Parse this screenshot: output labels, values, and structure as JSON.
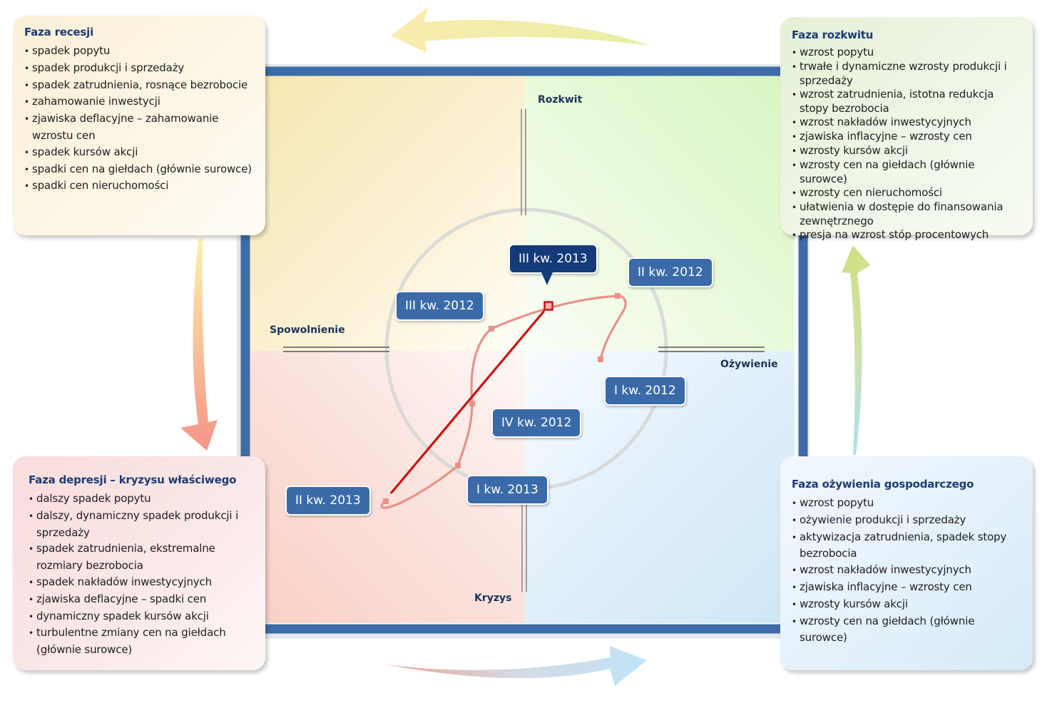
{
  "phases": {
    "recession": {
      "title": "Faza recesji",
      "items": [
        "spadek popytu",
        "spadek produkcji i sprzedaży",
        "spadek zatrudnienia, rosnące bezrobocie",
        "zahamowanie inwestycji",
        "zjawiska deflacyjne – zahamowanie wzrostu cen",
        "spadek kursów akcji",
        "spadki cen na giełdach (głównie surowce)",
        "spadki cen nieruchomości"
      ]
    },
    "boom": {
      "title": "Faza rozkwitu",
      "items": [
        "wzrost popytu",
        "trwałe i dynamiczne wzrosty produkcji i sprzedaży",
        "wzrost zatrudnienia, istotna redukcja stopy bezrobocia",
        "wzrost nakładów inwestycyjnych",
        "zjawiska inflacyjne – wzrosty cen",
        "wzrosty kursów akcji",
        "wzrosty cen na giełdach (głównie surowce)",
        "wzrosty cen nieruchomości",
        "ułatwienia w dostępie do finansowania zewnętrznego",
        "presja na wzrost stóp procentowych"
      ]
    },
    "depression": {
      "title": "Faza depresji – kryzysu właściwego",
      "items": [
        "dalszy spadek popytu",
        "dalszy, dynamiczny spadek produkcji i sprzedaży",
        "spadek zatrudnienia, ekstremalne rozmiary bezrobocia",
        "spadek nakładów inwestycyjnych",
        "zjawiska deflacyjne – spadki cen",
        "dynamiczny spadek kursów akcji",
        "turbulentne zmiany cen na giełdach (głównie surowce)"
      ]
    },
    "recovery": {
      "title": "Faza ożywienia gospodarczego",
      "items": [
        "wzrost popytu",
        "ożywienie produkcji i sprzedaży",
        "aktywizacja zatrudnienia, spadek stopy bezrobocia",
        "wzrost nakładów inwestycyjnych",
        "zjawiska inflacyjne – wzrosty cen",
        "wzrosty kursów akcji",
        "wzrosty cen na giełdach (głównie surowce)"
      ]
    }
  },
  "axes": {
    "top": "Rozkwit",
    "left": "Spowolnienie",
    "right": "Ożywienie",
    "bottom": "Kryzys"
  },
  "quarters": [
    {
      "key": "q1_2012",
      "label": "I kw. 2012"
    },
    {
      "key": "q2_2012",
      "label": "II kw. 2012"
    },
    {
      "key": "q3_2012",
      "label": "III kw. 2012"
    },
    {
      "key": "q4_2012",
      "label": "IV kw. 2012"
    },
    {
      "key": "q1_2013",
      "label": "I kw. 2013"
    },
    {
      "key": "q2_2013",
      "label": "II kw. 2013"
    },
    {
      "key": "q3_2013",
      "label": "III kw. 2013",
      "current": true
    }
  ],
  "colors": {
    "frame": "#3d6ca8",
    "label_bg": "#3a6aa8",
    "label_current_bg": "#143a7a",
    "trajectory_past": "#e8918a",
    "trajectory_current": "#d01010",
    "quadrant_recession": "#f7e7b0",
    "quadrant_boom": "#ddf8c8",
    "quadrant_depression": "#f9d5cc",
    "quadrant_recovery": "#d6eaf7",
    "title_text": "#1b3a78"
  }
}
